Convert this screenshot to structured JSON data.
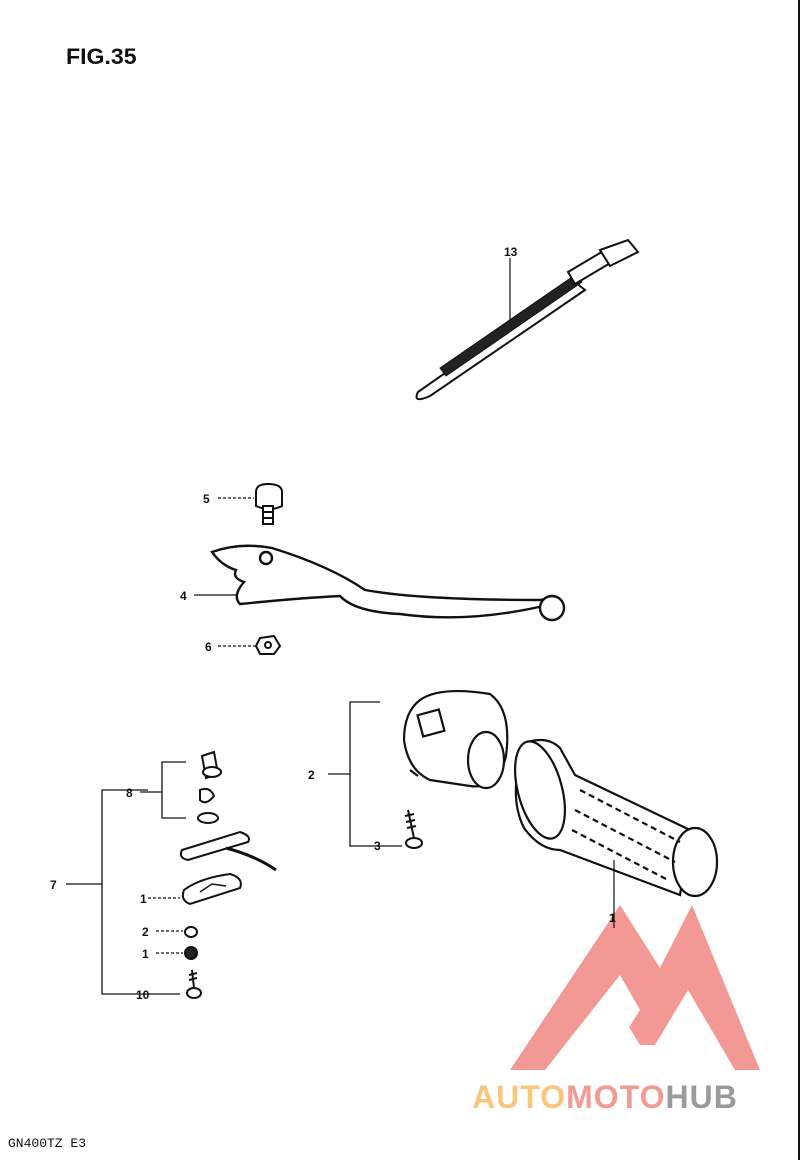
{
  "figure": {
    "title": "FIG.35",
    "model": "GN400TZ  E3"
  },
  "callouts": {
    "c13": "13",
    "c5": "5",
    "c4": "4",
    "c6": "6",
    "c2a": "2",
    "c3": "3",
    "c1a": "1",
    "c8": "8",
    "c7": "7",
    "c1b": "1",
    "c2b": "2",
    "c1c": "1",
    "c10": "10"
  },
  "watermark": {
    "part1": "AUTO",
    "part2": "MOTO",
    "part3": "HUB",
    "colors": {
      "auto": "#f8c77c",
      "moto": "#f29a94",
      "hub": "#9a9a9a",
      "logo": "#f07d78"
    }
  }
}
